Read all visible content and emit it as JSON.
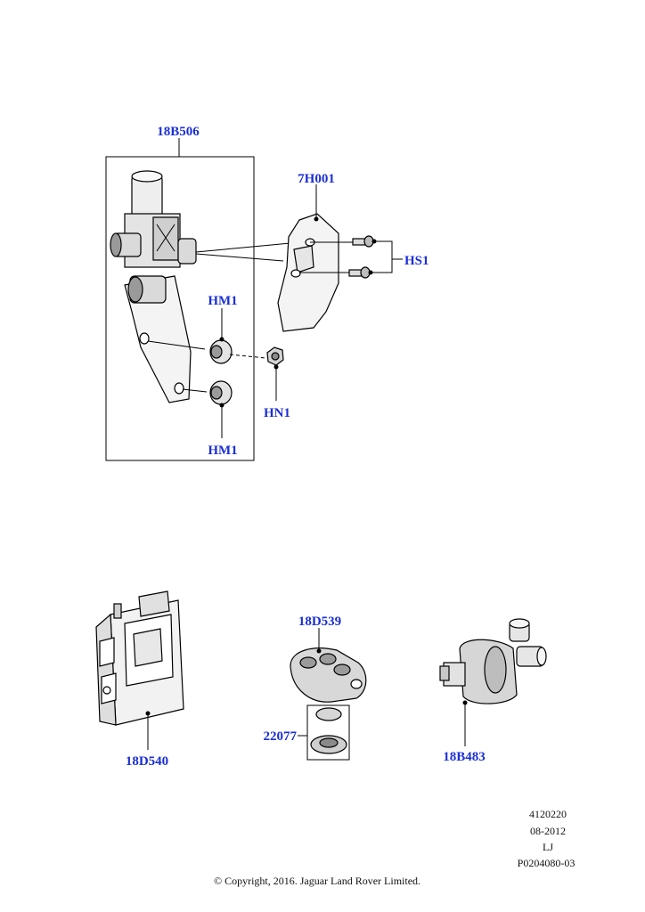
{
  "callouts": {
    "valve_assembly": "18B506",
    "shield": "7H001",
    "screws": "HS1",
    "mount_upper": "HM1",
    "mount_lower": "HM1",
    "nut": "HN1",
    "control_module": "18D540",
    "remote": "18D539",
    "battery": "22077",
    "pump": "18B483"
  },
  "footer": {
    "code": "4120220",
    "date": "08-2012",
    "initials": "LJ",
    "reference": "P0204080-03",
    "copyright": "© Copyright, 2016. Jaguar Land Rover Limited."
  },
  "colors": {
    "callout": "#1a2fd6",
    "line": "#000000",
    "part_fill": "#ededed",
    "part_dark": "#8a8a8a"
  }
}
